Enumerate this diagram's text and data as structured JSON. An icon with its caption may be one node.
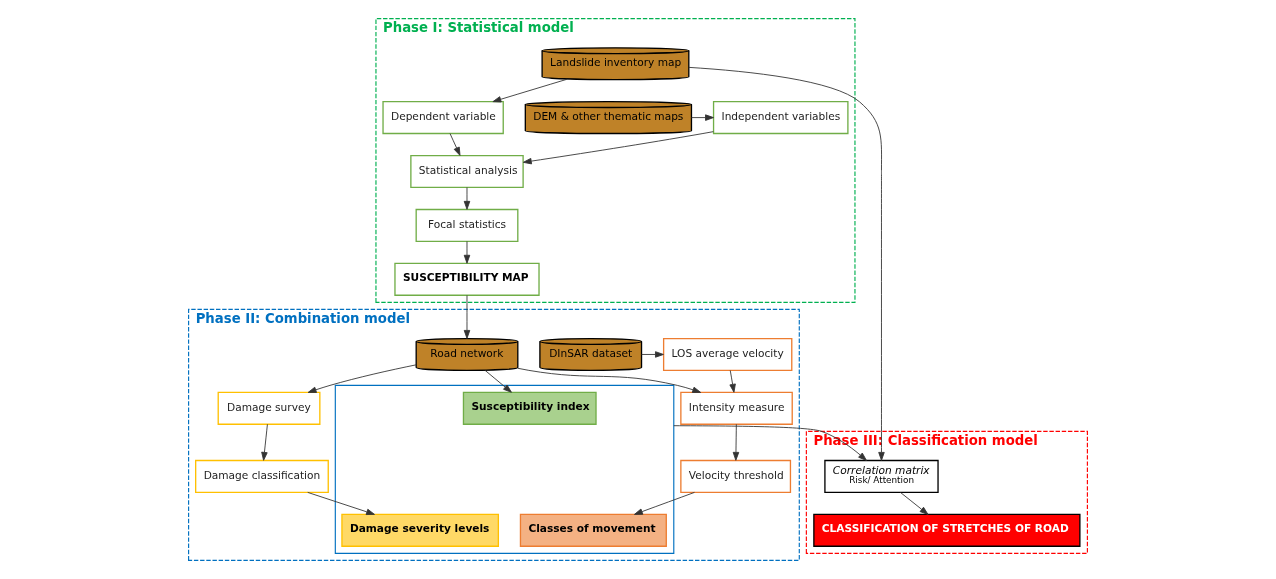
{
  "diagram": {
    "nodes": [
      {
        "text": [
          "Phase I: Statistical model"
        ]
      },
      {
        "text": [
          "DEM & other thematic maps"
        ],
        "in": 0
      },
      {
        "text": [
          "Independent variables"
        ],
        "in": 0
      },
      {
        "text": [
          "Landslide inventory map"
        ],
        "in": 0
      },
      {
        "text": [
          "Dependent variable"
        ],
        "in": 0
      },
      {
        "text": [
          "Statistical analysis"
        ],
        "in": 0
      },
      {
        "text": [
          "Focal statistics"
        ],
        "in": 0
      },
      {
        "text": [
          "SUSCEPTIBILITY MAP"
        ],
        "in": 0
      },
      {
        "text": [
          "Phase II: Combination model"
        ]
      },
      {
        "text": [
          "DInSAR dataset"
        ],
        "in": 8
      },
      {
        "text": [
          "LOS average velocity"
        ],
        "in": 8
      },
      {
        "text": [
          "Road network"
        ],
        "in": 8
      },
      {
        "text": [
          "Damage survey"
        ],
        "in": 8
      },
      {
        "text": [
          "Intensity measure"
        ],
        "in": 8
      },
      {
        "text": [
          "Damage classification"
        ],
        "in": 8
      },
      {
        "text": [
          "Velocity threshold"
        ],
        "in": 8
      },
      {
        "text": [],
        "shape": "box",
        "in": 8
      },
      {
        "text": [
          "Susceptibility index"
        ],
        "in": 16
      },
      {
        "text": [
          "Damage severity levels"
        ],
        "in": 16
      },
      {
        "text": [
          "Classes of movement"
        ],
        "in": 16
      },
      {
        "text": [
          "Phase III: Classification model"
        ]
      },
      {
        "text": [
          "Correlation matrix",
          "Risk/ Attention"
        ],
        "in": 20
      },
      {
        "text": [
          "CLASSIFICATION OF STRETCHES OF ROAD"
        ],
        "in": 20
      }
    ],
    "edges": [
      {
        "from": 1,
        "to": 2,
        "arrow": "to"
      },
      {
        "from": 3,
        "to": 4,
        "arrow": "to"
      },
      {
        "from": 2,
        "to": 5,
        "arrow": "to"
      },
      {
        "from": 4,
        "to": 5,
        "arrow": "to"
      },
      {
        "from": 5,
        "to": 6,
        "arrow": "to"
      },
      {
        "from": 6,
        "to": 7,
        "arrow": "to"
      },
      {
        "from": 7,
        "to": 11,
        "arrow": "to"
      },
      {
        "from": 9,
        "to": 10,
        "arrow": "to"
      },
      {
        "from": 10,
        "to": 13,
        "arrow": "to"
      },
      {
        "from": 11,
        "to": 12,
        "arrow": "to"
      },
      {
        "from": 11,
        "to": 13,
        "arrow": "to"
      },
      {
        "from": 12,
        "to": 14,
        "arrow": "to"
      },
      {
        "from": 13,
        "to": 15,
        "arrow": "to"
      },
      {
        "from": 11,
        "to": 17,
        "arrow": "to"
      },
      {
        "from": 14,
        "to": 18,
        "arrow": "to"
      },
      {
        "from": 15,
        "to": 19,
        "arrow": "to"
      },
      {
        "from": 3,
        "to": 21,
        "arrow": "to"
      },
      {
        "from": 16,
        "to": 21,
        "arrow": "to"
      },
      {
        "from": 21,
        "to": 22,
        "arrow": "to"
      }
    ]
  }
}
